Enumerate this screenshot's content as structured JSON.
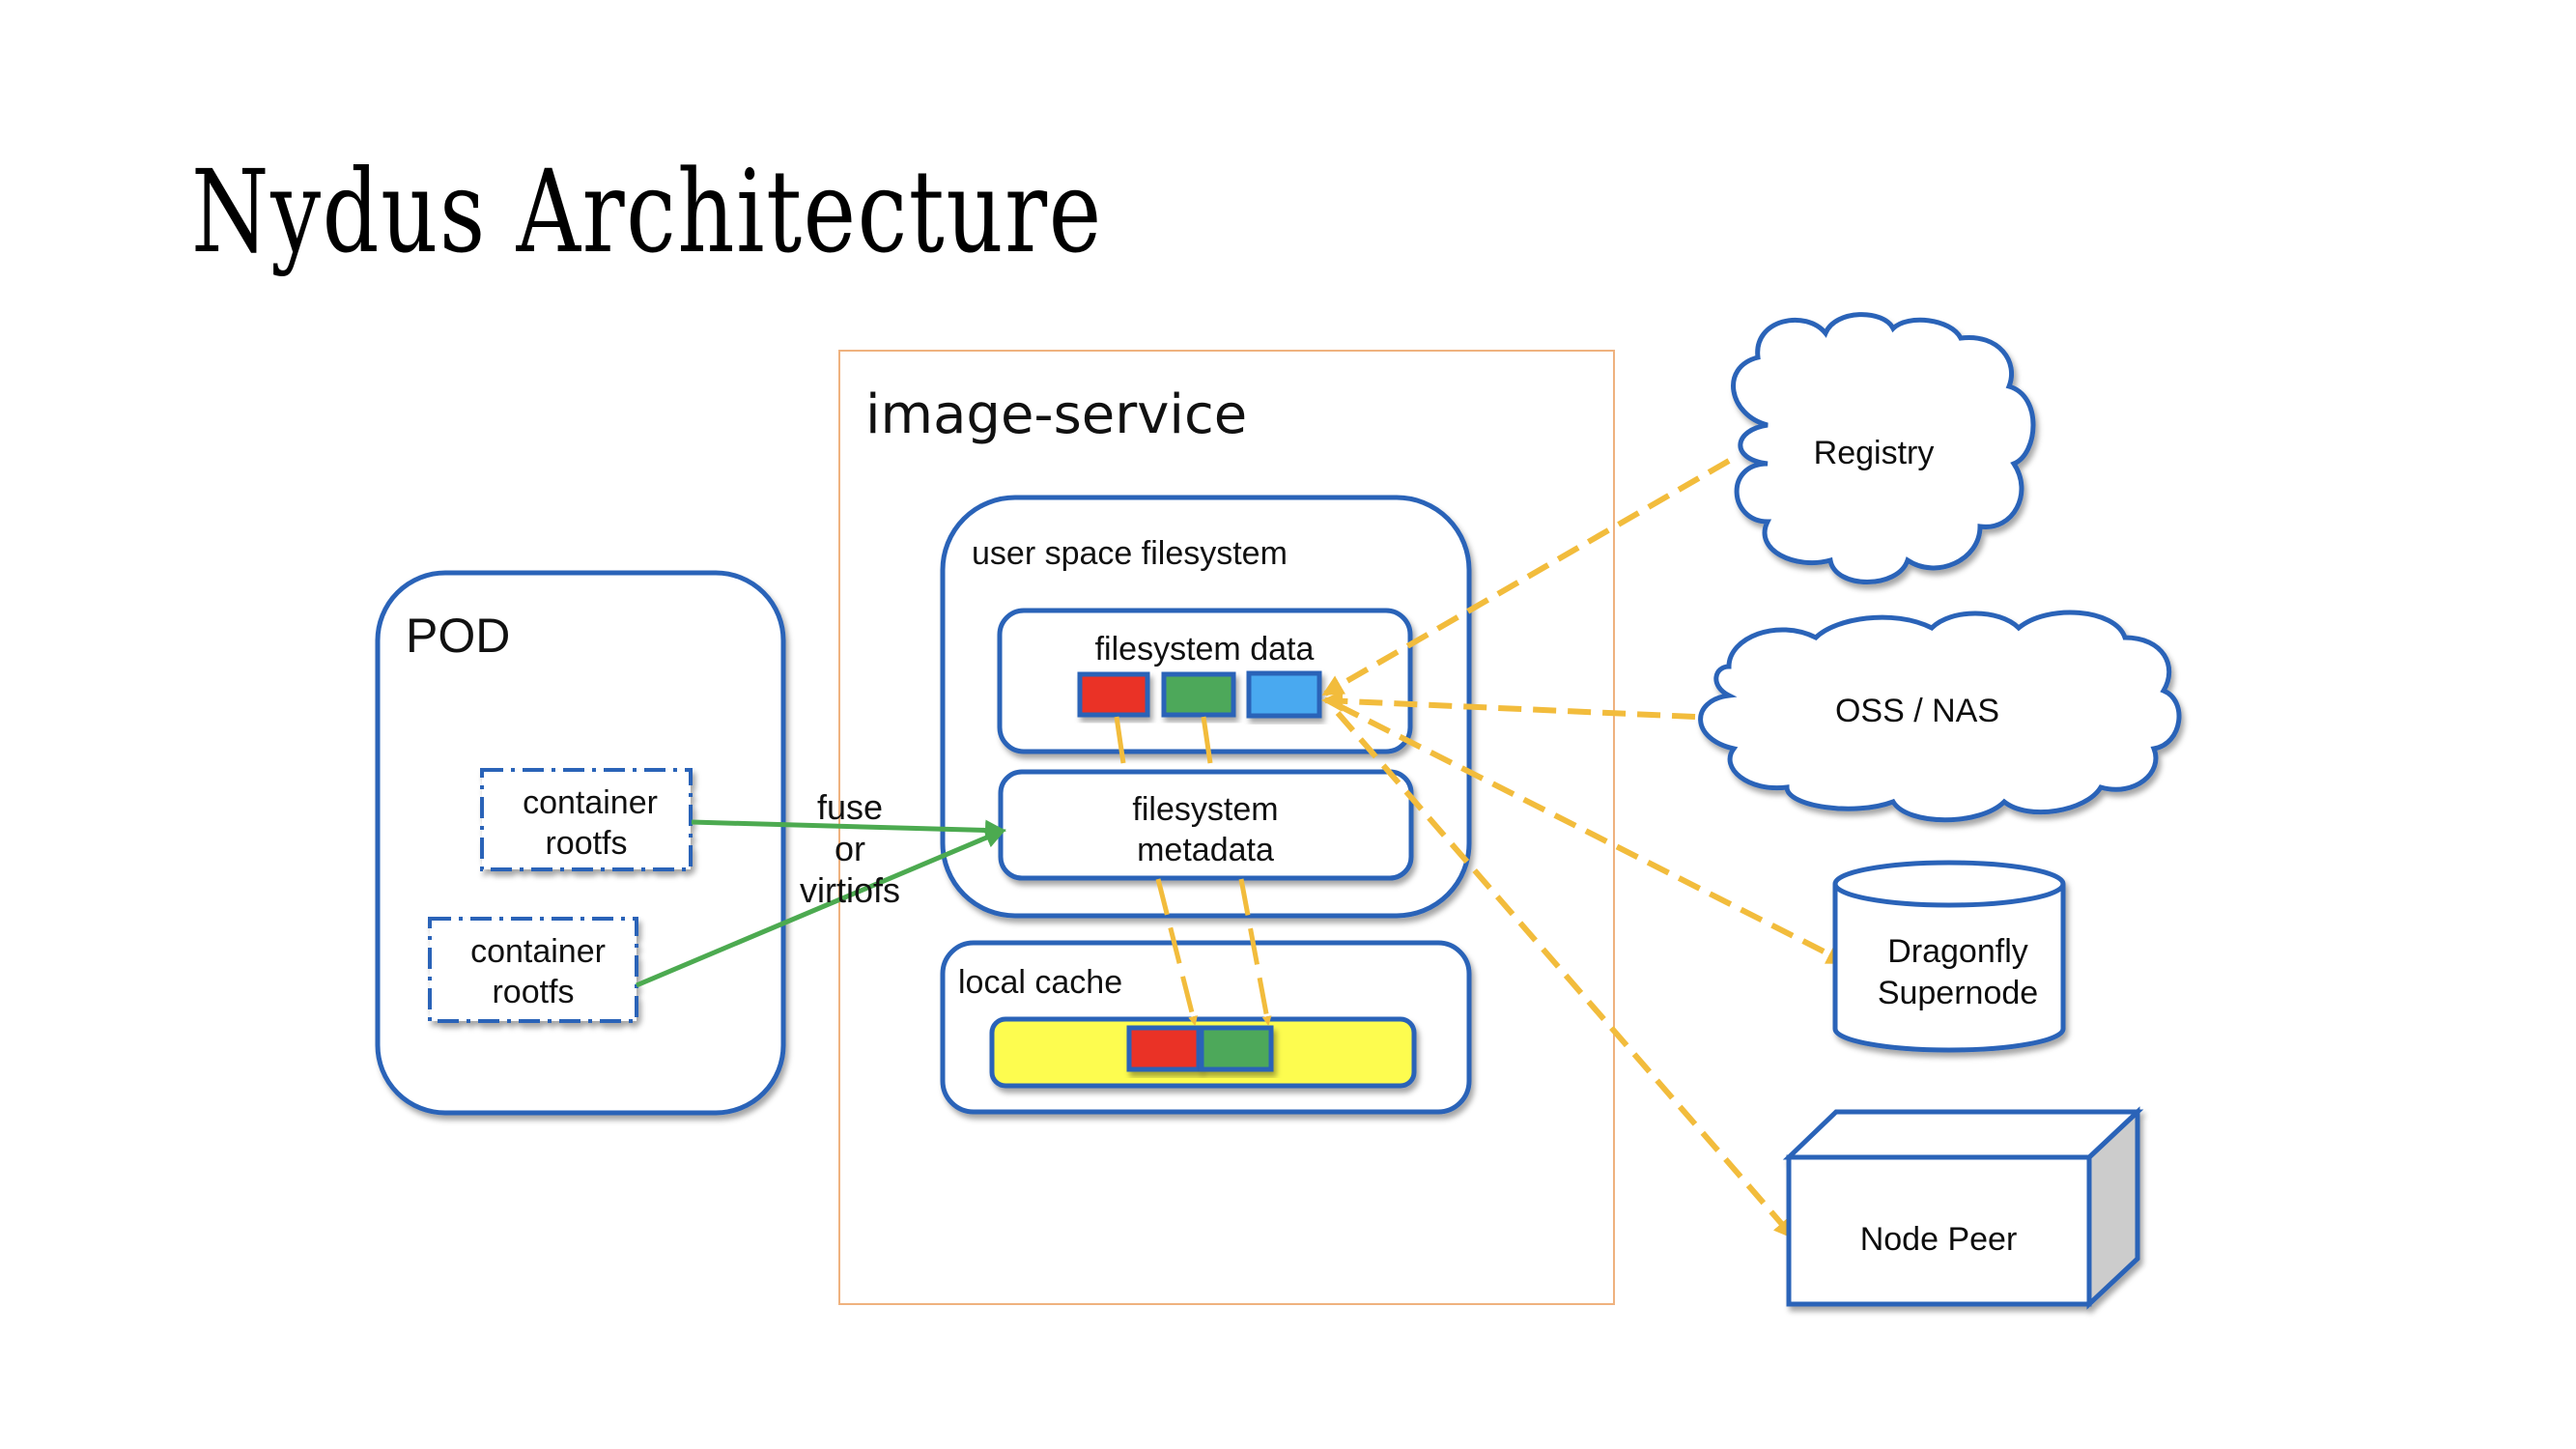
{
  "title": "Nydus Architecture",
  "colors": {
    "box_stroke": "#2a63b8",
    "image_service_border": "#efb27f",
    "dashed_arrow": "#f2bc3c",
    "green_arrow": "#4caa50",
    "block_red": "#ea3125",
    "block_green": "#4ea85a",
    "block_blue": "#48a9f0",
    "cache_yellow": "#fdfc50",
    "node_side": "#cccccc"
  },
  "image_service": {
    "label": "image-service",
    "user_space_fs": {
      "label": "user space filesystem",
      "fs_data": {
        "label": "filesystem data",
        "blocks": [
          "red",
          "green",
          "blue"
        ]
      },
      "fs_metadata": {
        "line1": "filesystem",
        "line2": "metadata"
      }
    },
    "local_cache": {
      "label": "local cache",
      "blocks": [
        "red",
        "green"
      ]
    }
  },
  "pod": {
    "label": "POD",
    "containers": [
      {
        "line1": "container",
        "line2": "rootfs"
      },
      {
        "line1": "container",
        "line2": "rootfs"
      }
    ]
  },
  "connector": {
    "line1": "fuse",
    "line2": "or",
    "line3": "virtiofs"
  },
  "backends": {
    "registry": "Registry",
    "oss": "OSS / NAS",
    "dragonfly": {
      "line1": "Dragonfly",
      "line2": "Supernode"
    },
    "node_peer": "Node Peer"
  }
}
